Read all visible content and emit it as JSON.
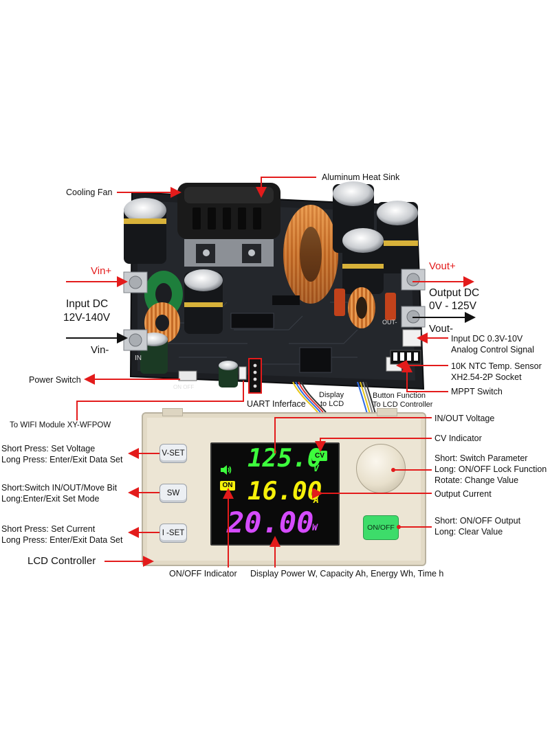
{
  "labels": {
    "cooling_fan": "Cooling Fan",
    "heat_sink": "Aluminum Heat Sink",
    "vin_plus": "Vin+",
    "vin_minus": "Vin-",
    "input_dc_1": "Input DC",
    "input_dc_2": "12V-140V",
    "vout_plus": "Vout+",
    "vout_minus": "Vout-",
    "output_dc_1": "Output DC",
    "output_dc_2": "0V - 125V",
    "analog_1": "Input DC 0.3V-10V",
    "analog_2": "Analog Control Signal",
    "ntc_1": "10K NTC Temp. Sensor",
    "ntc_2": "XH2.54-2P Socket",
    "mppt": "MPPT Switch",
    "power_switch": "Power Switch",
    "uart": "UART Inferface",
    "display_lcd_1": "Display",
    "display_lcd_2": "to LCD",
    "button_fn_1": "Button Function",
    "button_fn_2": "To LCD Controller",
    "wifi": "To WIFI Module XY-WFPOW",
    "inout_voltage": "IN/OUT Voltage",
    "cv_indicator": "CV Indicator",
    "vset_1": "Short Press: Set Voltage",
    "vset_2": "Long Press: Enter/Exit Data Set",
    "sw_1": "Short:Switch IN/OUT/Move Bit",
    "sw_2": "Long:Enter/Exit Set Mode",
    "iset_1": "Short Press: Set Current",
    "iset_2": "Long Press: Enter/Exit Data Set",
    "knob_1": "Short: Switch Parameter",
    "knob_2": "Long: ON/OFF Lock Function",
    "knob_3": "Rotate: Change Value",
    "output_current": "Output Current",
    "onoff_1": "Short: ON/OFF Output",
    "onoff_2": "Long: Clear Value",
    "lcd_controller": "LCD Controller",
    "onoff_indicator": "ON/OFF Indicator",
    "display_power": "Display Power W, Capacity Ah, Energy Wh, Time h"
  },
  "device": {
    "btn_vset": "V-SET",
    "btn_sw": "SW",
    "btn_iset": "I -SET",
    "btn_onoff": "ON/OFF",
    "pcb_in": "IN",
    "pcb_out": "OUT-",
    "pcb_onoff": "ON  OFF",
    "display": {
      "voltage": "125.0",
      "voltage_unit": "V",
      "current": "16.00",
      "current_unit": "A",
      "power": "20.00",
      "power_unit": "W",
      "cv": "CV",
      "on": "ON"
    }
  },
  "colors": {
    "arrow": "#e31b1b",
    "voltage": "#3dff3d",
    "current": "#f6f00a",
    "power": "#d54bff",
    "onoff_button": "#3ddc6a",
    "lcd_bg": "#0a0a0a",
    "case": "#ece5d4"
  },
  "icons": [
    "speaker-icon"
  ]
}
